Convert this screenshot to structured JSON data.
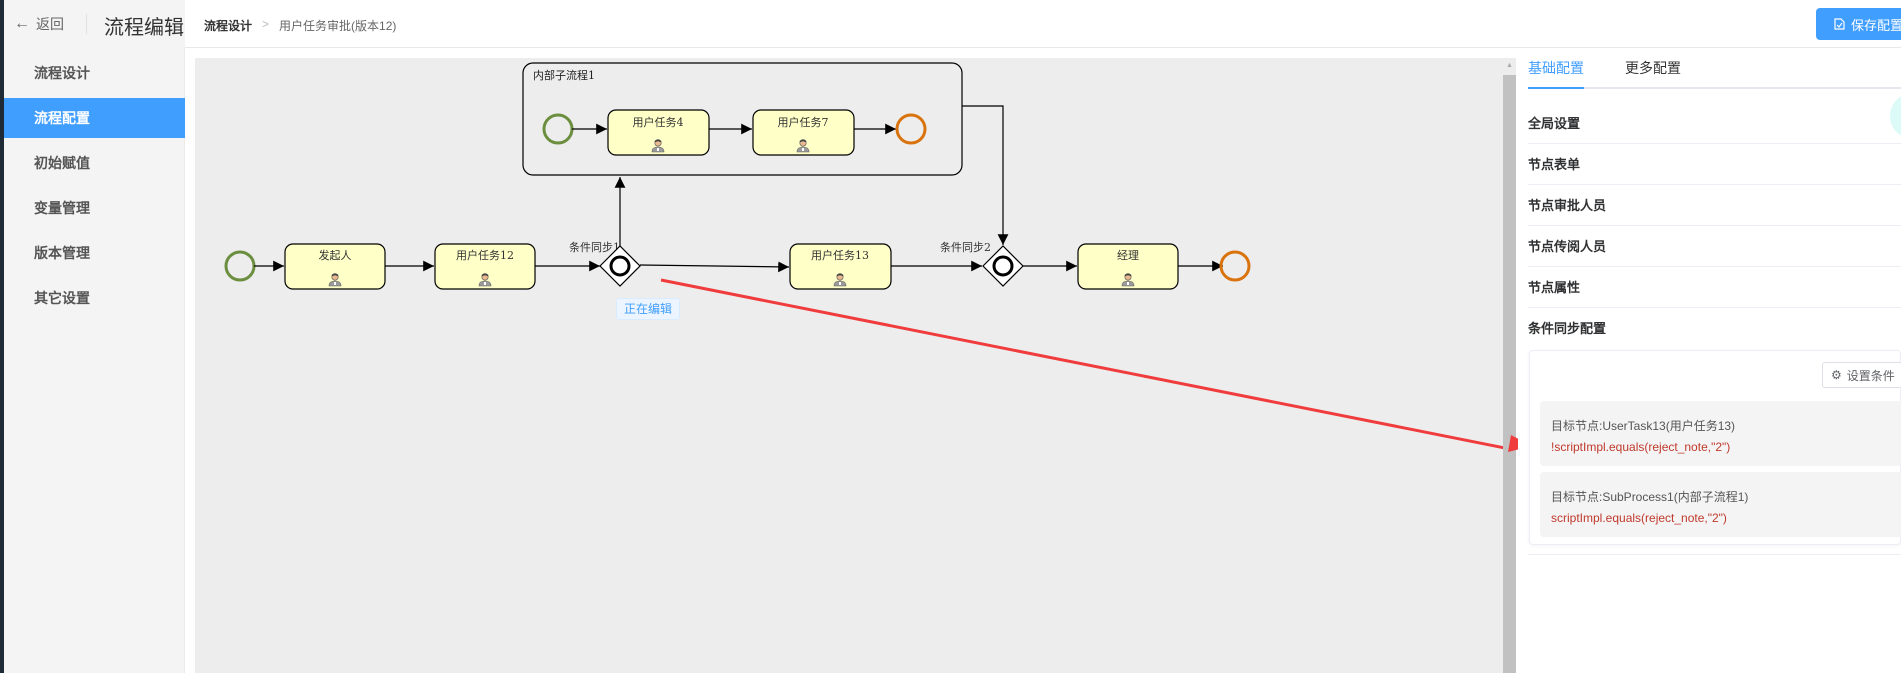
{
  "header": {
    "back_label": "返回",
    "title": "流程编辑",
    "breadcrumb": [
      "流程设计",
      "用户任务审批(版本12)"
    ],
    "breadcrumb_separator": ">",
    "save_label": "保存配置"
  },
  "sidebar": {
    "items": [
      {
        "label": "流程设计",
        "active": false
      },
      {
        "label": "流程配置",
        "active": true
      },
      {
        "label": "初始赋值",
        "active": false
      },
      {
        "label": "变量管理",
        "active": false
      },
      {
        "label": "版本管理",
        "active": false
      },
      {
        "label": "其它设置",
        "active": false
      }
    ]
  },
  "diagram": {
    "subprocess_label": "内部子流程1",
    "nodes": {
      "task_initiator": "发起人",
      "task_12": "用户任务12",
      "gateway_1": "条件同步1",
      "task_13": "用户任务13",
      "gateway_2": "条件同步2",
      "task_manager": "经理",
      "task_4": "用户任务4",
      "task_7": "用户任务7"
    },
    "editing_badge": "正在编辑",
    "colors": {
      "start_event": "#6b8e3f",
      "end_event": "#d9730d",
      "task_fill": "#ffffc8",
      "annotation_arrow": "#f03c3c"
    }
  },
  "panel": {
    "tabs": [
      {
        "label": "基础配置",
        "active": true
      },
      {
        "label": "更多配置",
        "active": false
      }
    ],
    "sections": [
      "全局设置",
      "节点表单",
      "节点审批人员",
      "节点传阅人员",
      "节点属性",
      "条件同步配置"
    ],
    "set_condition_label": "设置条件",
    "conditions": [
      {
        "target": "目标节点:UserTask13(用户任务13)",
        "expression": "!scriptImpl.equals(reject_note,\"2\")"
      },
      {
        "target": "目标节点:SubProcess1(内部子流程1)",
        "expression": "scriptImpl.equals(reject_note,\"2\")"
      }
    ]
  },
  "accent_color": "#409eff"
}
